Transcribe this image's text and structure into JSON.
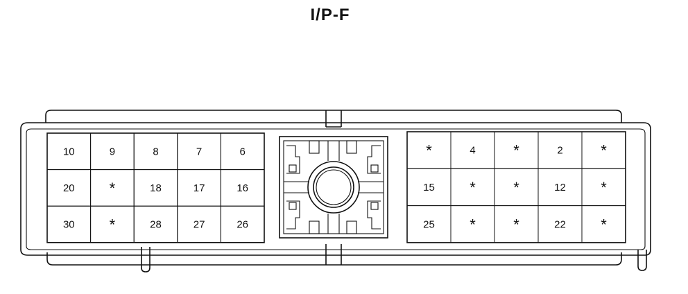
{
  "connector": {
    "title": "I/P-F",
    "left_block": {
      "rows": [
        [
          "10",
          "9",
          "8",
          "7",
          "6"
        ],
        [
          "20",
          "*",
          "18",
          "17",
          "16"
        ],
        [
          "30",
          "*",
          "28",
          "27",
          "26"
        ]
      ]
    },
    "right_block": {
      "rows": [
        [
          "*",
          "4",
          "*",
          "2",
          "*"
        ],
        [
          "15",
          "*",
          "*",
          "12",
          "*"
        ],
        [
          "25",
          "*",
          "*",
          "22",
          "*"
        ]
      ]
    }
  }
}
